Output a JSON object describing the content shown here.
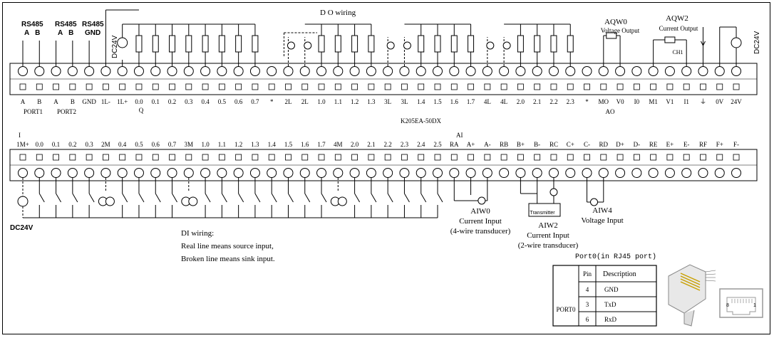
{
  "top_terminals": [
    "A",
    "B",
    "A",
    "B",
    "GND",
    "1L-",
    "1L+",
    "0.0",
    "0.1",
    "0.2",
    "0.3",
    "0.4",
    "0.5",
    "0.6",
    "0.7",
    "*",
    "2L",
    "2L",
    "1.0",
    "1.1",
    "1.2",
    "1.3",
    "3L",
    "3L",
    "1.4",
    "1.5",
    "1.6",
    "1.7",
    "4L",
    "4L",
    "2.0",
    "2.1",
    "2.2",
    "2.3",
    "*",
    "MO",
    "V0",
    "I0",
    "M1",
    "V1",
    "I1",
    "⏚",
    "0V",
    "24V"
  ],
  "bottom_terminals": [
    "1M+",
    "0.0",
    "0.1",
    "0.2",
    "0.3",
    "2M",
    "0.4",
    "0.5",
    "0.6",
    "0.7",
    "3M",
    "1.0",
    "1.1",
    "1.2",
    "1.3",
    "1.4",
    "1.5",
    "1.6",
    "1.7",
    "4M",
    "2.0",
    "2.1",
    "2.2",
    "2.3",
    "2.4",
    "2.5",
    "RA",
    "A+",
    "A-",
    "RB",
    "B+",
    "B-",
    "RC",
    "C+",
    "C-",
    "RD",
    "D+",
    "D-",
    "RE",
    "E+",
    "E-",
    "RF",
    "F+",
    "F-"
  ],
  "labels": {
    "rs485_a": "RS485",
    "rs485_a_ab": "A   B",
    "rs485_b": "RS485",
    "rs485_b_ab": "A   B",
    "rs485_gnd_1": "RS485",
    "rs485_gnd_2": "GND",
    "port1": "PORT1",
    "port2": "PORT2",
    "q": "Q",
    "ao": "AO",
    "i": "I",
    "ai": "AI",
    "model": "K205EA-50DX",
    "do_wiring": "D O wiring",
    "aqw0": "AQW0",
    "aqw0_sub": "Voltage Output",
    "aqw2": "AQW2",
    "aqw2_sub": "Current Output",
    "ch1": "CH1",
    "dc24v_top_left": "DC24V",
    "dc24v_top_right": "DC24V",
    "dc24v_bottom": "DC24V",
    "di_1": "DI wiring:",
    "di_2": "Real line means source input,",
    "di_3": "Broken line means sink input.",
    "aiw0": "AIW0",
    "aiw0_2": "Current Input",
    "aiw0_3": "(4-wire transducer)",
    "aiw2": "AIW2",
    "aiw2_2": "Current Input",
    "aiw2_3": "(2-wire transducer)",
    "transmitter": "Transmitter",
    "aiw4": "AIW4",
    "aiw4_2": "Voltage Input"
  },
  "port_table": {
    "caption": "Port0(in RJ45 port)",
    "headers": [
      "Pin",
      "Description"
    ],
    "port": "PORT0",
    "rows": [
      {
        "pin": "4",
        "desc": "GND"
      },
      {
        "pin": "3",
        "desc": "TxD"
      },
      {
        "pin": "6",
        "desc": "RxD"
      }
    ]
  },
  "rj45": {
    "left": "8",
    "right": "1"
  }
}
